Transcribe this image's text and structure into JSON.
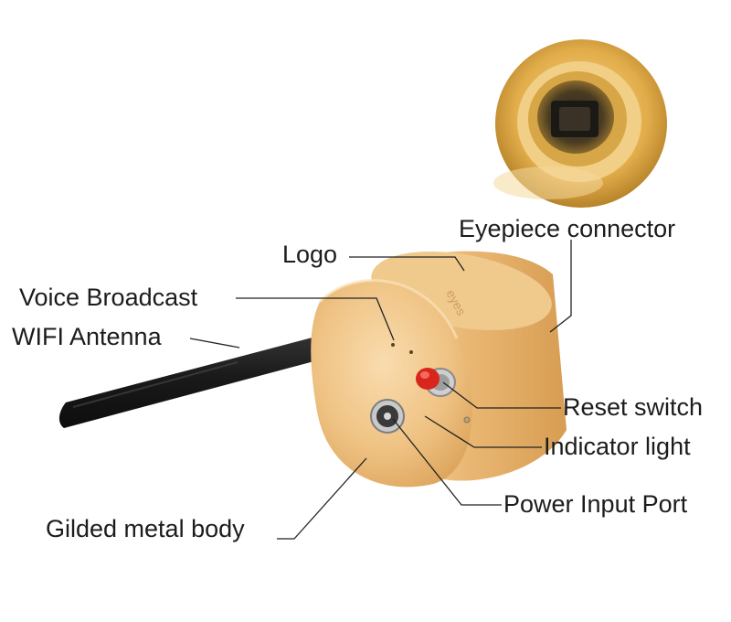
{
  "labels": {
    "eyepiece_connector": "Eyepiece connector",
    "logo": "Logo",
    "voice_broadcast": "Voice Broadcast",
    "wifi_antenna": "WIFI Antenna",
    "reset_switch": "Reset switch",
    "indicator_light": "Indicator light",
    "power_input_port": "Power Input Port",
    "gilded_metal_body": "Gilded metal body"
  },
  "colors": {
    "gold_body": "#e8b56a",
    "gold_highlight": "#f6d49e",
    "gold_shadow": "#c98f3e",
    "antenna": "#1e1e1e",
    "reset_button": "#d9261c",
    "callout_line": "#222222",
    "background": "#ffffff"
  }
}
